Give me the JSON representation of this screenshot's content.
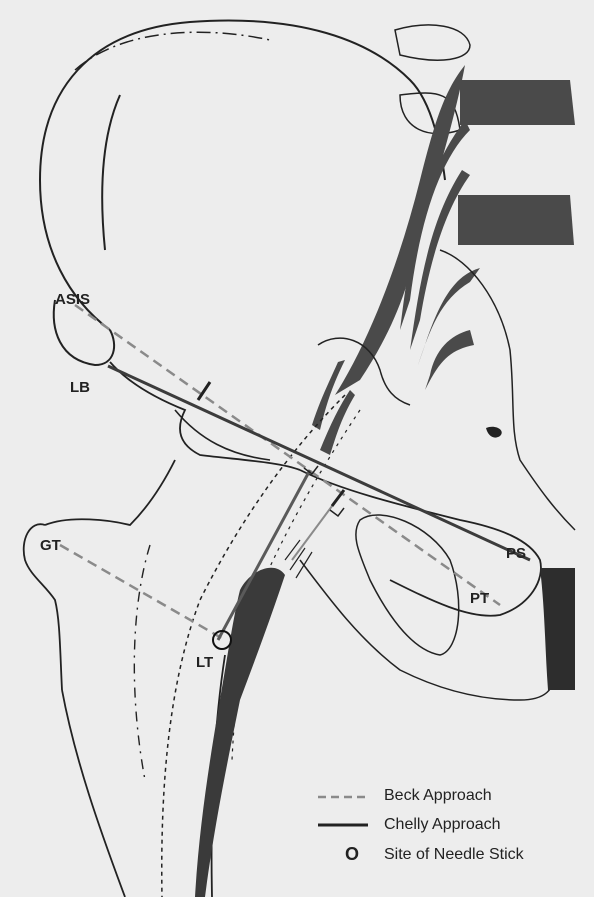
{
  "labels": {
    "asis": "ASIS",
    "lb": "LB",
    "gt": "GT",
    "lt": "LT",
    "ps": "PS",
    "pt": "PT"
  },
  "legend": {
    "beck": "Beck Approach",
    "chelly": "Chelly Approach",
    "needle_symbol": "O",
    "needle": "Site of Needle Stick"
  },
  "colors": {
    "background": "#ededed",
    "ink": "#222222",
    "nerve": "#4a4a4a",
    "beck_line": "#8a8a8a",
    "chelly_line": "#3c3c3c"
  }
}
